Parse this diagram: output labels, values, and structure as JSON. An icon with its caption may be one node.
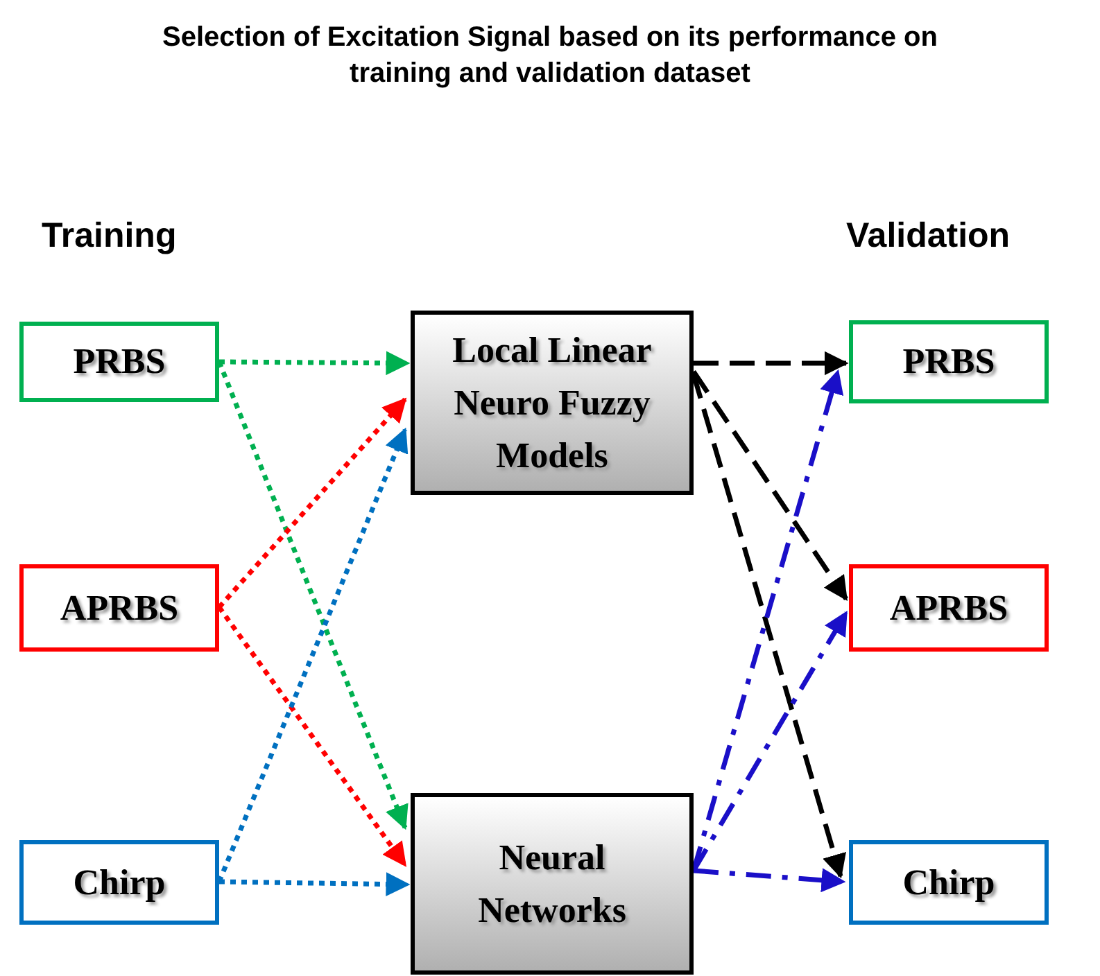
{
  "diagram": {
    "title": "Selection of Excitation Signal based on its performance on training and validation dataset",
    "nodes": [
      {
        "text": [
          "PRBS"
        ]
      },
      {
        "text": [
          "APRBS"
        ]
      },
      {
        "text": [
          "Chirp"
        ]
      },
      {
        "text": [
          "Local Linear Neuro Fuzzy Models"
        ]
      },
      {
        "text": [
          "Neural Networks"
        ]
      },
      {
        "text": [
          "PRBS"
        ]
      },
      {
        "text": [
          "APRBS"
        ]
      },
      {
        "text": [
          "Chirp"
        ]
      }
    ],
    "edges": [
      {
        "from": 0,
        "to": 3,
        "arrow": "to",
        "style": "dashed",
        "color": "#00b050"
      },
      {
        "from": 0,
        "to": 4,
        "arrow": "to",
        "style": "dashed",
        "color": "#00b050"
      },
      {
        "from": 1,
        "to": 3,
        "arrow": "to",
        "style": "dashed",
        "color": "#ff0000"
      },
      {
        "from": 1,
        "to": 4,
        "arrow": "to",
        "style": "dashed",
        "color": "#ff0000"
      },
      {
        "from": 2,
        "to": 3,
        "arrow": "to",
        "style": "dashed",
        "color": "#0070c0"
      },
      {
        "from": 2,
        "to": 4,
        "arrow": "to",
        "style": "dashed",
        "color": "#0070c0"
      },
      {
        "from": 3,
        "to": 5,
        "arrow": "to",
        "style": "dashed",
        "color": "#000000"
      },
      {
        "from": 3,
        "to": 6,
        "arrow": "to",
        "style": "dashed",
        "color": "#000000"
      },
      {
        "from": 3,
        "to": 7,
        "arrow": "to",
        "style": "dashed",
        "color": "#000000"
      },
      {
        "from": 4,
        "to": 5,
        "arrow": "to",
        "style": "dashed",
        "color": "#1a0fc8"
      },
      {
        "from": 4,
        "to": 6,
        "arrow": "to",
        "style": "dashed",
        "color": "#1a0fc8"
      },
      {
        "from": 4,
        "to": 7,
        "arrow": "to",
        "style": "dashed",
        "color": "#1a0fc8"
      }
    ],
    "labels": [
      "Training",
      "Validation"
    ]
  }
}
